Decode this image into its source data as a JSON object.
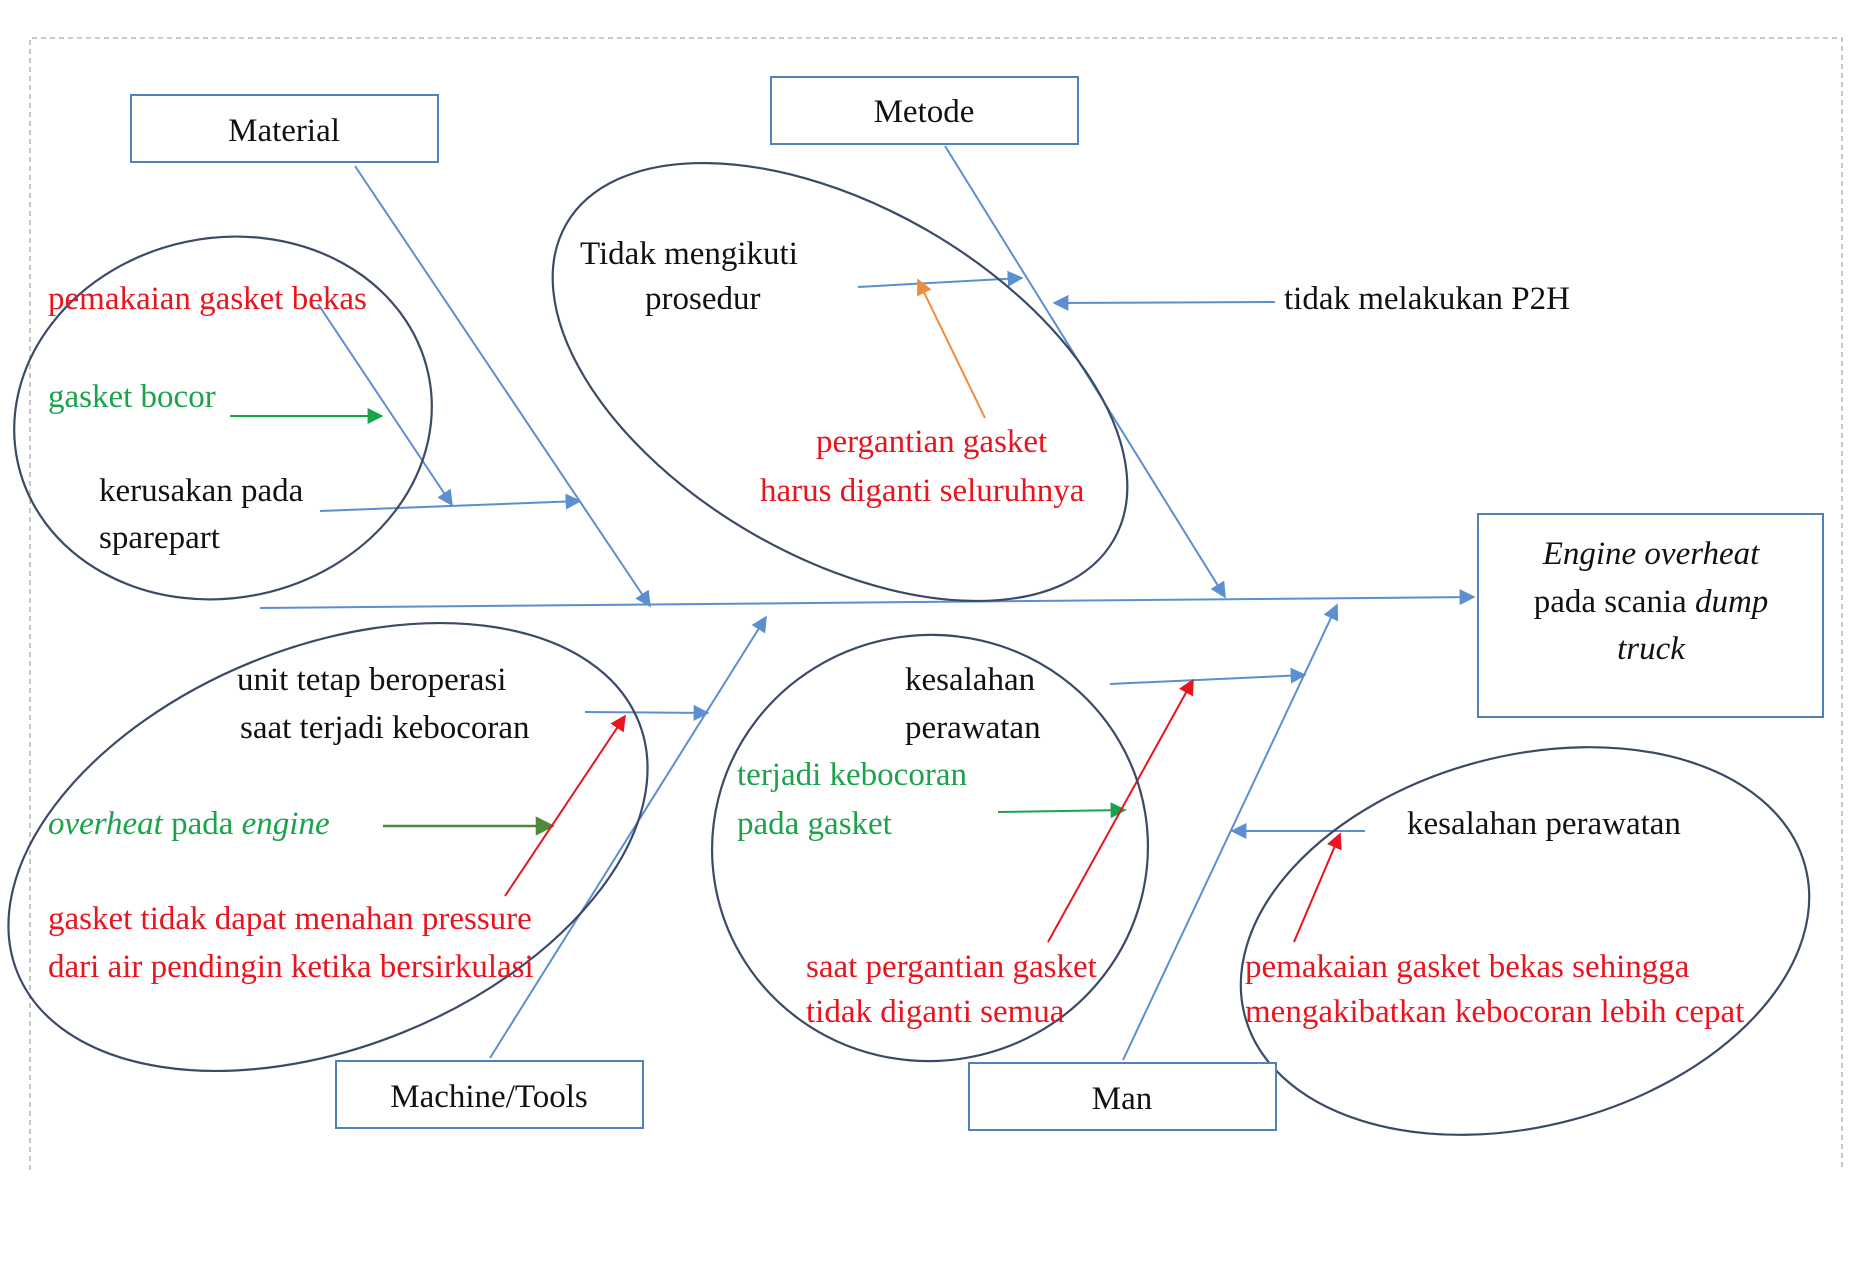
{
  "effect": {
    "line1": "Engine overheat",
    "line2_plain": "pada scania ",
    "line2_italic": "dump",
    "line3": "truck"
  },
  "categories": {
    "material": "Material",
    "metode": "Metode",
    "machine": "Machine/Tools",
    "man": "Man"
  },
  "causes": {
    "material": {
      "red": "pemakaian gasket bekas",
      "green": "gasket bocor",
      "black_line1": "kerusakan pada",
      "black_line2": "sparepart"
    },
    "metode": {
      "black_line1": "Tidak mengikuti",
      "black_line2": "prosedur",
      "side": "tidak melakukan P2H",
      "red_line1": "pergantian gasket",
      "red_line2": "harus diganti seluruhnya"
    },
    "machine": {
      "black_line1": "unit tetap beroperasi",
      "black_line2": "saat terjadi kebocoran",
      "green_italic1": "overheat",
      "green_plain": " pada ",
      "green_italic2": "engine",
      "red_line1": "gasket tidak dapat menahan pressure",
      "red_line2": "dari air pendingin ketika bersirkulasi"
    },
    "man_left": {
      "black_line1": "kesalahan",
      "black_line2": "perawatan",
      "green_line1": "terjadi kebocoran",
      "green_line2": "pada gasket",
      "red_line1": "saat pergantian gasket",
      "red_line2": "tidak diganti semua"
    },
    "man_right": {
      "black": "kesalahan perawatan",
      "red_line1": "pemakaian gasket bekas sehingga",
      "red_line2": "mengakibatkan kebocoran lebih cepat"
    }
  },
  "colors": {
    "arrow_blue": "#5b8fd0",
    "arrow_green": "#1aa34a",
    "arrow_red": "#e8141e",
    "arrow_orange": "#f08a3c",
    "ellipse": "#3b4a66",
    "box_border": "#4f81bd"
  }
}
